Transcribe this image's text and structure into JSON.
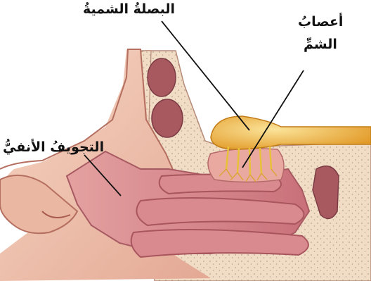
{
  "labels": {
    "olfactory_bulb": "البصلةُ الشميةُ",
    "olfactory_nerves_line1": "أعصابُ",
    "olfactory_nerves_line2": "الشمِّ",
    "nasal_cavity": "التجويفُ الأنفيُّ"
  },
  "colors": {
    "skin": "#f2c9b4",
    "skin_shadow": "#d9998a",
    "cavity": "#d7848a",
    "cavity_dark": "#b85f6a",
    "bone": "#f1dcc6",
    "bone_dots": "#b9a38c",
    "sinus": "#a7595f",
    "bulb": "#f0b944",
    "bulb_dark": "#d98d1e",
    "nerves": "#e8c13a",
    "leader": "#111111"
  }
}
